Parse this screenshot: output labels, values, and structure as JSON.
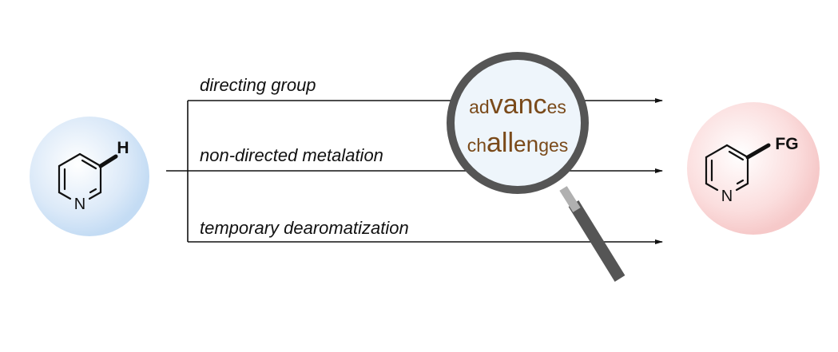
{
  "diagram": {
    "routes": [
      {
        "label": "directing group"
      },
      {
        "label": "non-directed metalation"
      },
      {
        "label": "temporary dearomatization"
      }
    ],
    "lens": {
      "line1": [
        {
          "text": "ad",
          "size": "small"
        },
        {
          "text": "vanc",
          "size": "large"
        },
        {
          "text": "es",
          "size": "small"
        }
      ],
      "line2": [
        {
          "text": "ch",
          "size": "small"
        },
        {
          "text": "all",
          "size": "large"
        },
        {
          "text": "en",
          "size": "medium"
        },
        {
          "text": "ges",
          "size": "small"
        }
      ]
    },
    "start": {
      "substituent": "H",
      "heteroatom": "N"
    },
    "product": {
      "substituent": "FG",
      "heteroatom": "N"
    }
  }
}
